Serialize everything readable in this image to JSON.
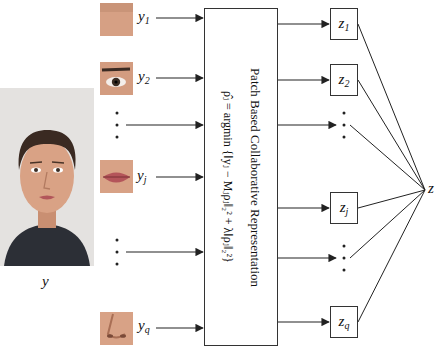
{
  "diagram": {
    "nodes": [
      {
        "text": [
          "ρ̂ⱼ = argmin {‖yⱼ − Mⱼρⱼ‖₂² + λ‖ρⱼ‖₂²}",
          "Patch Based Collaborative Representation"
        ]
      },
      {
        "text": [
          "z1"
        ]
      },
      {
        "text": [
          "z2"
        ]
      },
      {
        "text": [
          "zj"
        ]
      },
      {
        "text": [
          "zq"
        ]
      }
    ],
    "edges": [
      {
        "from": 0,
        "to": 1,
        "arrow": "to"
      },
      {
        "from": 0,
        "to": 2,
        "arrow": "to"
      },
      {
        "from": 0,
        "to": 3,
        "arrow": "to"
      },
      {
        "from": 0,
        "to": 4,
        "arrow": "to"
      }
    ],
    "labels": [
      "y1",
      "y2",
      "yj",
      "yq",
      "y",
      "z"
    ]
  }
}
